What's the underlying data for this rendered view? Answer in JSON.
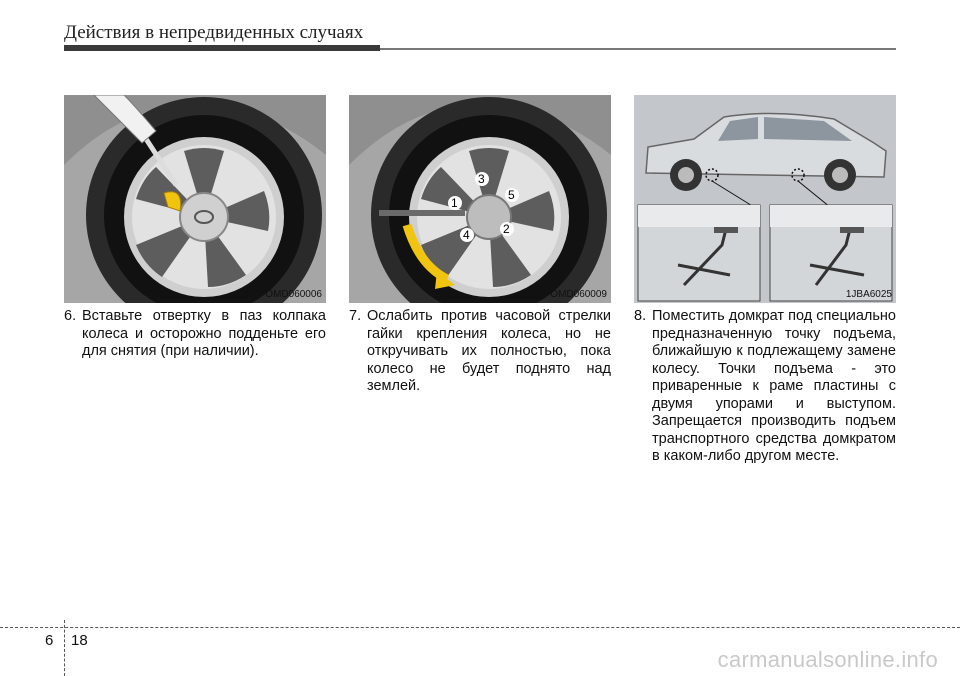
{
  "header": {
    "title": "Действия в непредвиденных случаях"
  },
  "figures": [
    {
      "code": "OMD060006"
    },
    {
      "code": "OMD060009",
      "labels": [
        "1",
        "2",
        "3",
        "4",
        "5"
      ]
    },
    {
      "code": "1JBA6025"
    }
  ],
  "steps": [
    {
      "num": "6.",
      "text": "Вставьте отвертку в паз колпака колеса и осторожно подденьте его для снятия (при наличии)."
    },
    {
      "num": "7.",
      "text": "Ослабить против часовой стрелки гайки крепления колеса, но не откручивать их полностью, пока колесо не будет поднято над землей."
    },
    {
      "num": "8.",
      "text": "Поместить домкрат под специально предназначенную точку подъема, ближайшую к подлежащему замене колесу. Точки подъема - это приваренные к раме пластины с двумя упорами и выступом. Запрещается производить подъем транспортного средства домкратом в каком-либо другом месте."
    }
  ],
  "footer": {
    "chapter": "6",
    "page": "18",
    "watermark": "carmanualsonline.info"
  }
}
